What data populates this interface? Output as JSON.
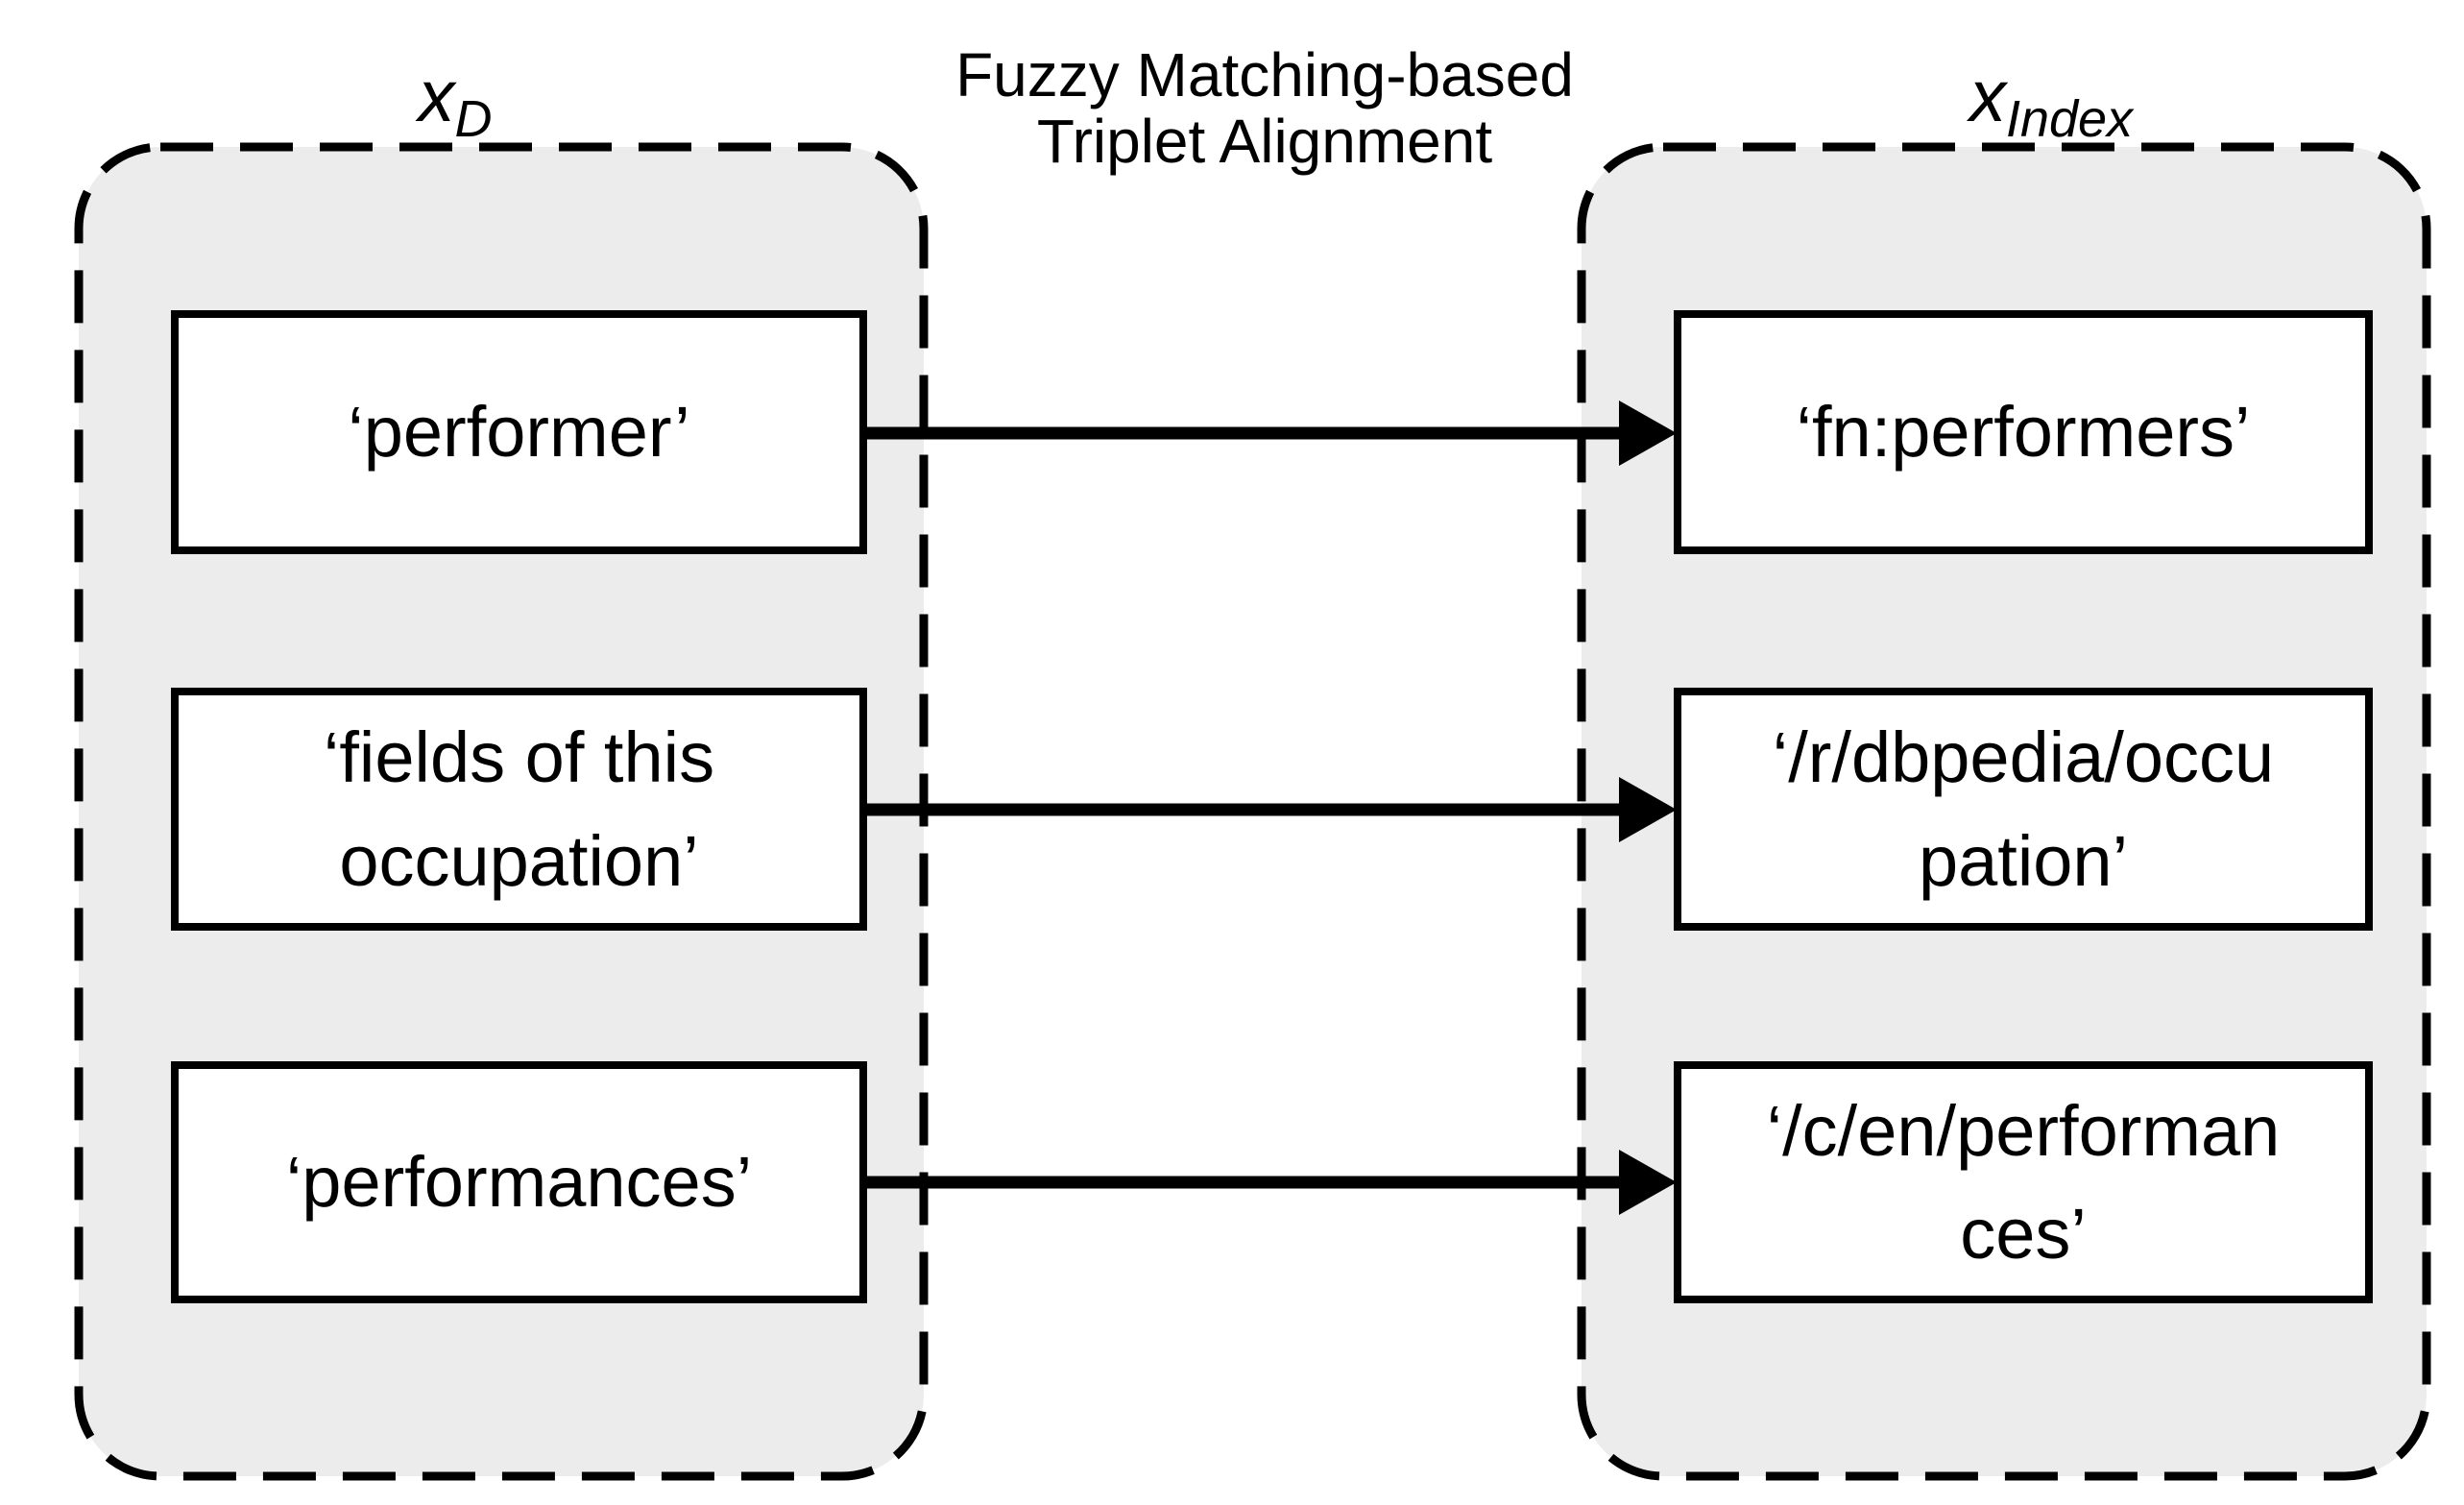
{
  "diagram": {
    "title": {
      "line1": "Fuzzy Matching-based",
      "line2": "Triplet Alignment"
    },
    "left_group": {
      "label_base": "x",
      "label_sub": "D",
      "items": [
        "‘performer’",
        "‘fields of this occupation’",
        "‘performances’"
      ]
    },
    "right_group": {
      "label_base": "x",
      "label_sub": "Index",
      "items": [
        "‘fn:performers’",
        "‘/r/dbpedia/occupation’",
        "‘/c/en/performances’"
      ]
    },
    "arrows": {
      "count": "3",
      "direction": "left-to-right"
    },
    "colors": {
      "background": "#ffffff",
      "container_fill": "#ececec",
      "stroke": "#000000",
      "box_fill": "#ffffff"
    }
  }
}
